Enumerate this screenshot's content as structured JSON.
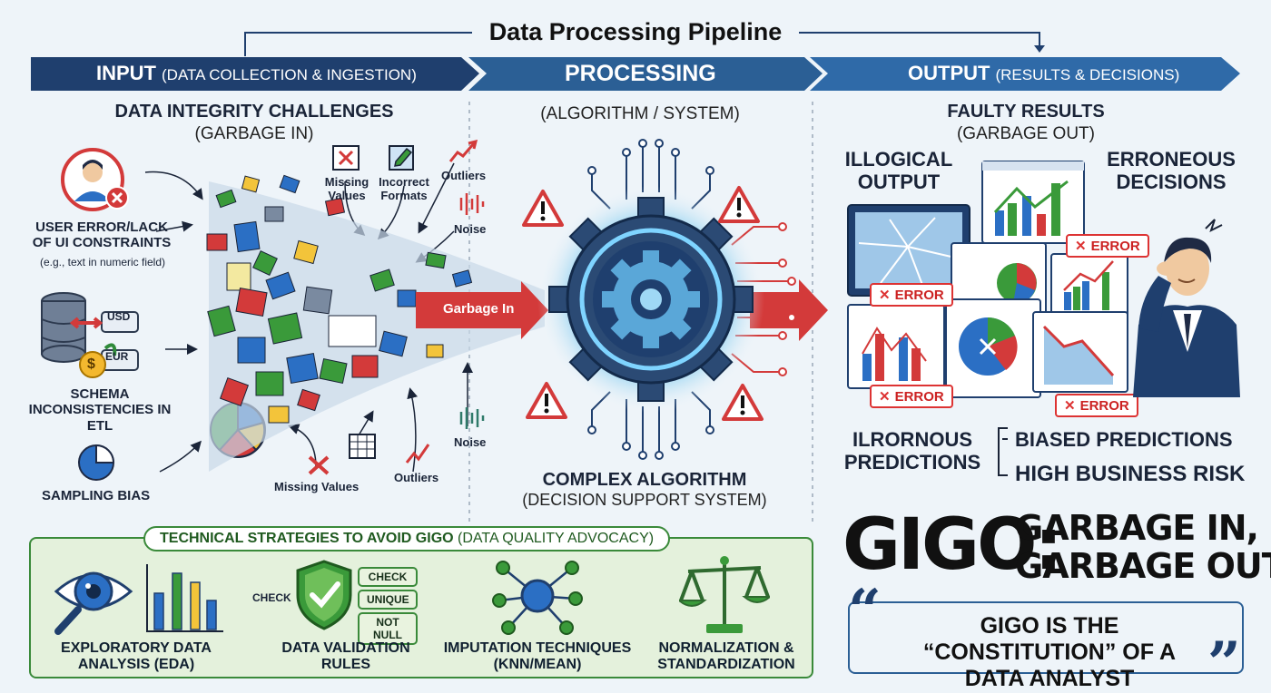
{
  "title": "Data Processing Pipeline",
  "bands": [
    {
      "main": "INPUT",
      "sub": "(DATA COLLECTION & INGESTION)"
    },
    {
      "main": "PROCESSING",
      "sub": ""
    },
    {
      "main": "OUTPUT",
      "sub": "(RESULTS & DECISIONS)"
    }
  ],
  "input": {
    "heading": "DATA INTEGRITY CHALLENGES",
    "subheading": "(GARBAGE IN)",
    "user_error": "USER ERROR/LACK OF UI CONSTRAINTS",
    "user_error_example": "(e.g., text in numeric field)",
    "currency_a": "USD",
    "currency_b": "EUR",
    "schema": "SCHEMA INCONSISTENCIES IN ETL",
    "sampling": "SAMPLING BIAS",
    "missing_values_top": "Missing Values",
    "incorrect_formats": "Incorrect Formats",
    "outliers_top": "Outliers",
    "noise_top": "Noise",
    "garbage_in": "Garbage In",
    "missing_values_bottom": "Missing Values",
    "outliers_bottom": "Outliers",
    "noise_bottom": "Noise"
  },
  "processing": {
    "subheading": "(ALGORITHM / SYSTEM)",
    "algo_title": "COMPLEX ALGORITHM",
    "algo_sub": "(DECISION SUPPORT SYSTEM)"
  },
  "output": {
    "heading": "FAULTY RESULTS",
    "subheading": "(GARBAGE OUT)",
    "illogical": "ILLOGICAL OUTPUT",
    "erroneous": "ERRONEOUS DECISIONS",
    "error_label": "ERROR",
    "ilrornous": "ILRORNOUS PREDICTIONS",
    "biased": "BIASED PREDICTIONS",
    "risk": "HIGH BUSINESS RISK"
  },
  "strategies": {
    "title": "TECHNICAL STRATEGIES TO AVOID GIGO",
    "title_sub": "(DATA QUALITY ADVOCACY)",
    "check_side": "CHECK",
    "pills": [
      "CHECK",
      "UNIQUE",
      "NOT NULL"
    ],
    "items": [
      "EXPLORATORY DATA ANALYSIS (EDA)",
      "DATA VALIDATION RULES",
      "IMPUTATION TECHNIQUES (KNN/MEAN)",
      "NORMALIZATION & STANDARDIZATION"
    ]
  },
  "gigo": {
    "big": "GIGO:",
    "line1": "GARBAGE IN,",
    "line2": "GARBAGE OUT",
    "quote": "GIGO IS THE “CONSTITUTION” OF A DATA ANALYST"
  },
  "colors": {
    "navy": "#1f3f6e",
    "blue": "#2b5f95",
    "red": "#d33a3a",
    "green": "#3a8a3a",
    "strip_bg": "#e4f1dc"
  }
}
